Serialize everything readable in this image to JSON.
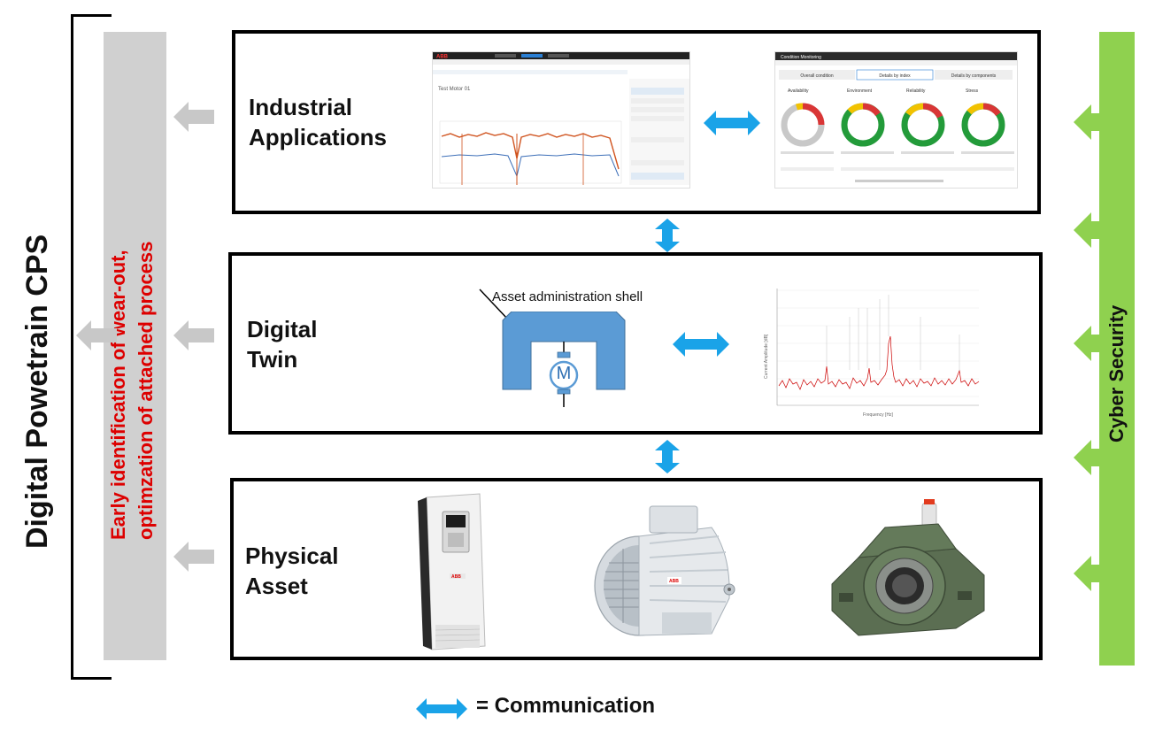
{
  "title": "Digital Powetrain CPS",
  "left_banner": {
    "line1": "Early identification of wear-out,",
    "line2": "optimzation of attached process"
  },
  "right_banner": {
    "label": "Cyber Security"
  },
  "layers": [
    {
      "id": "industrial",
      "label": "Industrial\nApplications"
    },
    {
      "id": "twin",
      "label": "Digital\nTwin",
      "shell_label": "Asset administration shell",
      "motor_symbol": "M"
    },
    {
      "id": "physical",
      "label": "Physical\nAsset"
    }
  ],
  "thumbnails": {
    "vibration_dashboard": {
      "brand": "ABB",
      "asset_name": "Test Motor 01"
    },
    "condition_monitoring": {
      "header": "Condition Monitoring",
      "tabs": [
        "Overall condition",
        "Details by index",
        "Details by components"
      ],
      "indices": [
        "Availability",
        "Environment",
        "Reliability",
        "Stress"
      ]
    },
    "spectrum": {
      "xlabel": "Frequency [Hz]",
      "ylabel": "Current Amplitude [dB]"
    }
  },
  "legend": {
    "text": "= Communication"
  },
  "colors": {
    "communication_arrow": "#1aa3e8",
    "side_arrow": "#c8c8c8",
    "banner_gray": "#d0d0d0",
    "banner_green": "#8fd14f",
    "red_text": "#dd0000"
  }
}
